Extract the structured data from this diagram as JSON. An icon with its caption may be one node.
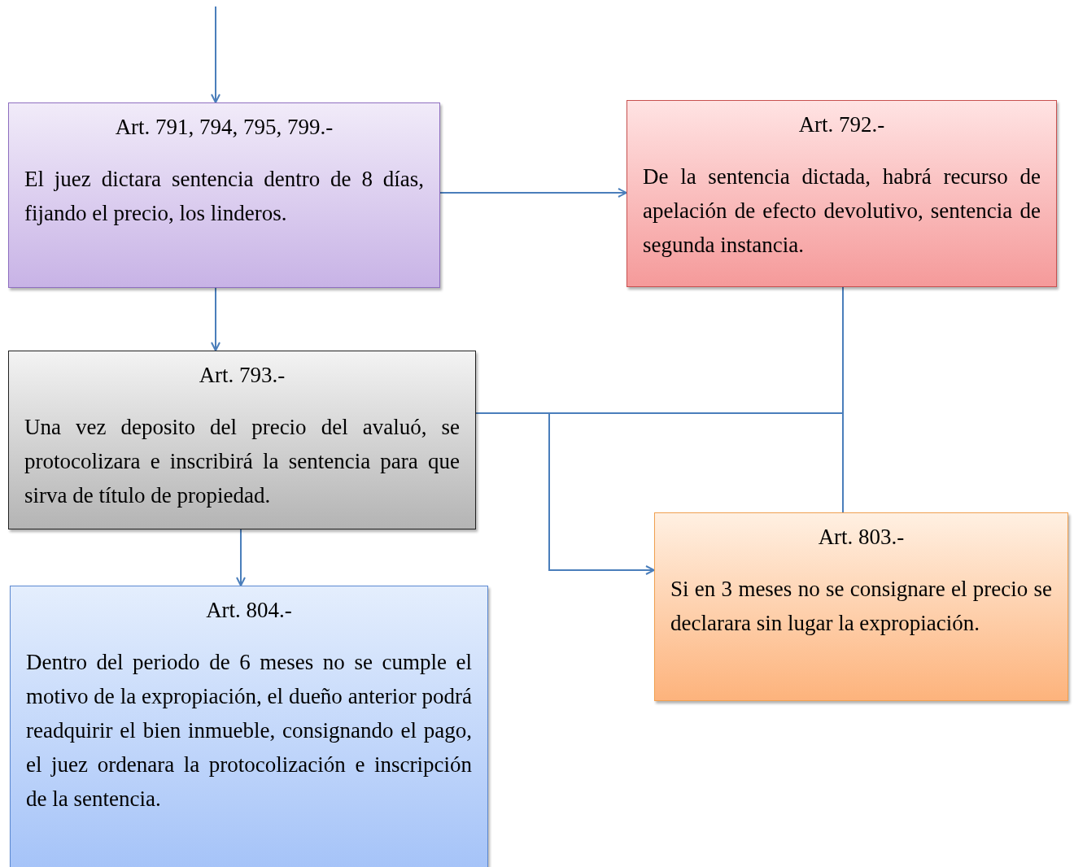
{
  "diagram": {
    "nodes": [
      {
        "text": [
          "Art. 791, 794, 795, 799.-",
          "El juez dictara sentencia dentro de 8 días, fijando el precio, los linderos."
        ]
      },
      {
        "text": [
          "Art. 792.-",
          "De la sentencia dictada, habrá recurso de apelación de efecto devolutivo, sentencia de segunda instancia."
        ]
      },
      {
        "text": [
          "Art. 793.-",
          "Una vez deposito del precio del avaluó, se protocolizara e inscribirá la sentencia para que sirva de título de propiedad."
        ]
      },
      {
        "text": [
          "Art. 803.-",
          "Si en 3 meses no se consignare el precio se declarara sin lugar la expropiación."
        ]
      },
      {
        "text": [
          "Art. 804.-",
          "Dentro del periodo de 6 meses no se cumple el motivo de la expropiación, el dueño anterior podrá readquirir el bien inmueble, consignando el pago, el juez ordenara la protocolización e inscripción de la sentencia."
        ]
      }
    ],
    "edges": [
      {
        "from": null,
        "to": 0,
        "arrow": "to"
      },
      {
        "from": 0,
        "to": 1,
        "arrow": "to"
      },
      {
        "from": 0,
        "to": 2,
        "arrow": "to"
      },
      {
        "from": 1,
        "to": 2,
        "arrow": "none"
      },
      {
        "from": 2,
        "to": 3,
        "arrow": "to"
      },
      {
        "from": 1,
        "to": 3,
        "arrow": "none"
      },
      {
        "from": 2,
        "to": 4,
        "arrow": "to"
      }
    ]
  }
}
